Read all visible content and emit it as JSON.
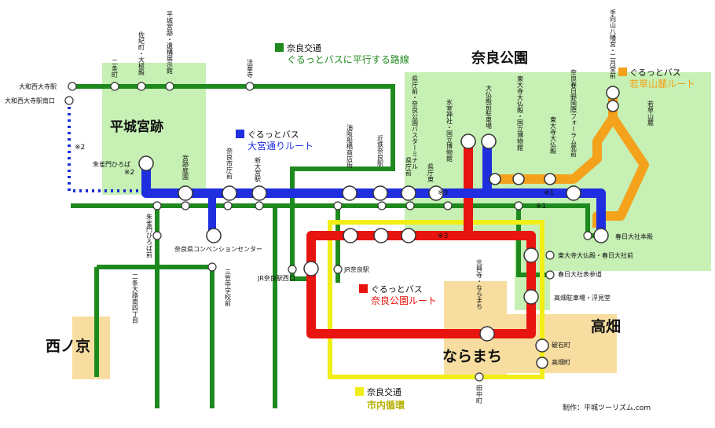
{
  "areas": {
    "heijo": "平城宮跡",
    "nara_koen": "奈良公園",
    "nishinokyo": "西ノ京",
    "naramachi": "ならまち",
    "takabatake": "高畑"
  },
  "legend": {
    "green_company": "奈良交通",
    "green_desc": "ぐるっとバスに平行する路線",
    "blue_title": "ぐるっとバス",
    "blue_route": "大宮通りルート",
    "orange_title": "ぐるっとバス",
    "orange_route": "若草山麓ルート",
    "red_title": "ぐるっとバス",
    "red_route": "奈良公園ルート",
    "yellow_company": "奈良交通",
    "yellow_route": "市内循環"
  },
  "colors": {
    "green": "#1e8a1e",
    "blue": "#1f2fe0",
    "orange": "#f4a11c",
    "red": "#e8140f",
    "yellow": "#f1ee16",
    "park": "#c6f0b4",
    "district": "#f7dea0",
    "dots": "#1a2fd8"
  },
  "stops": {
    "yamato_saidaiji": "大和西大寺駅",
    "yamato_saidaiji_minami": "大和西大寺駅南口",
    "nijocho": "二条町",
    "sakinoomiya": "佐紀町・大極殿",
    "heijo_iseki": "平城宮跡・遺構展示館",
    "hokkeji": "法華寺",
    "suzakumon": "朱雀門ひろば",
    "miyaato_teien": "宮跡庭園",
    "nara_shiyakusho": "奈良市庁前",
    "shin_omiya": "新大宮駅",
    "convention": "奈良県コンベンションセンター",
    "suzakumon2": "朱雀門ひろば前",
    "nijo_oji": "二条大路南四丁目",
    "sanjo_chugakko": "三笠中学校前",
    "jr_nara_nishi": "JR奈良駅西口",
    "jr_nara": "JR奈良駅",
    "yuuei": "油阪船橋商店街",
    "kintetsu_nara": "近鉄奈良駅",
    "kencho": "県庁前",
    "kencho_higashi": "県庁東",
    "kencho_nara_museum": "県庁前・奈良公園バスターミナル",
    "himuro": "氷室神社・国立博物館",
    "daibutsuden_parking": "大仏殿前駐車場",
    "todaiji_kokuritsu": "東大寺大仏殿・国立博物館",
    "todaiji": "東大寺大仏殿",
    "kasuga_forum": "奈良春日野国際フォーラム甍前",
    "tamukeyama": "手向山八幡宮・二月堂前",
    "wakakusa": "若草山麓",
    "kasuga_taisha": "春日大社本殿",
    "todaiji_kasuga": "東大寺大仏殿・春日大社前",
    "kasuga_omote": "春日大社表参道",
    "gangoji": "元興寺・ならまち",
    "wariishicho": "破石町",
    "takabatake_stop": "高畑町",
    "takabatake_chushajo": "高畑駐車場・浮見堂",
    "tanakacho": "田中町"
  },
  "marks": {
    "m1": "※1",
    "m2": "※2",
    "m3": "※3"
  },
  "credit": "制作：平城ツーリズム.com"
}
